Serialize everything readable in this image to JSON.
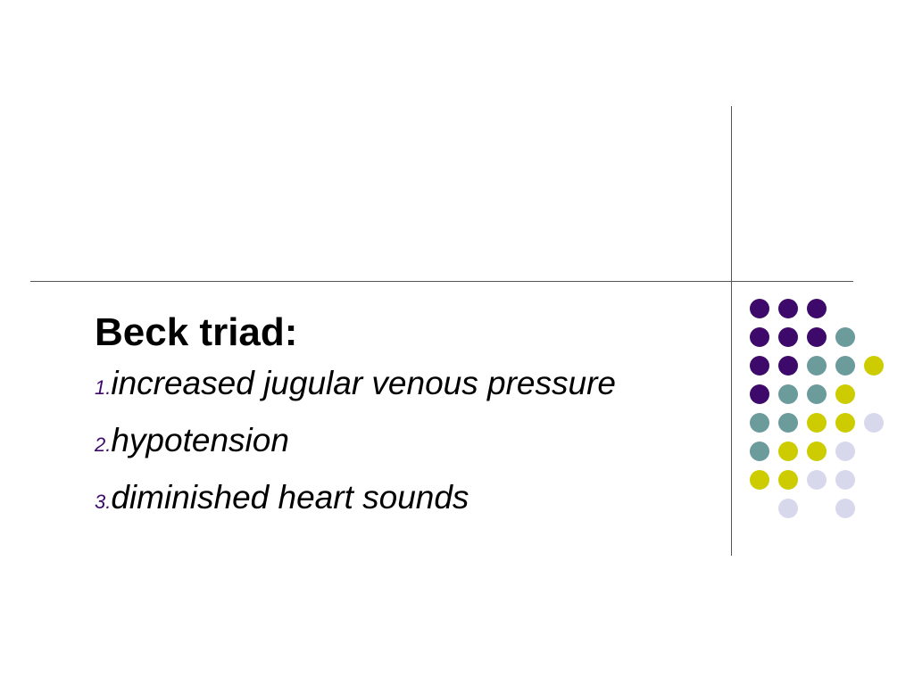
{
  "slide": {
    "title": "Beck triad:",
    "items": [
      {
        "number": "1.",
        "text": "increased jugular venous pressure"
      },
      {
        "number": "2.",
        "text": "hypotension"
      },
      {
        "number": "3.",
        "text": "diminished heart sounds"
      }
    ]
  },
  "colors": {
    "purple": "#3d0a6b",
    "teal": "#6b9b9b",
    "yellow": "#cccc00",
    "lavender": "#d8d8ec",
    "line": "#555555",
    "number": "#3d0a6b"
  },
  "dot_grid": [
    [
      "purple",
      "purple",
      "purple",
      null,
      null
    ],
    [
      "purple",
      "purple",
      "purple",
      "teal",
      null
    ],
    [
      "purple",
      "purple",
      "teal",
      "teal",
      "yellow"
    ],
    [
      "purple",
      "teal",
      "teal",
      "yellow",
      null
    ],
    [
      "teal",
      "teal",
      "yellow",
      "yellow",
      "lavender"
    ],
    [
      "teal",
      "yellow",
      "yellow",
      "lavender",
      null
    ],
    [
      "yellow",
      "yellow",
      "lavender",
      "lavender",
      null
    ],
    [
      null,
      "lavender",
      null,
      "lavender",
      null
    ]
  ]
}
